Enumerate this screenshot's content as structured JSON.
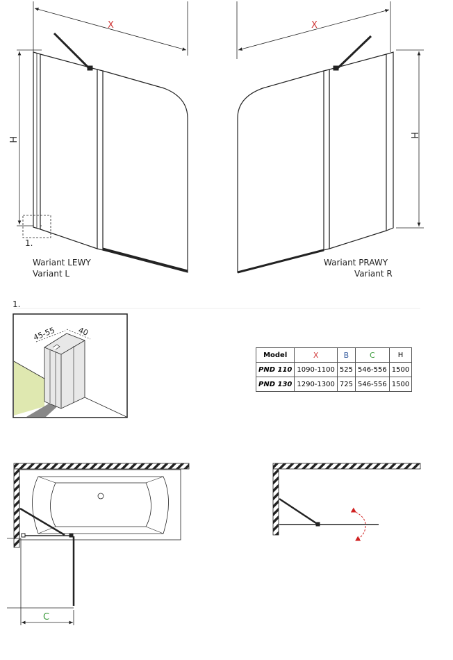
{
  "left_view": {
    "width_label": "X",
    "height_label": "H",
    "detail_ref": "1.",
    "variant_pl": "Wariant LEWY",
    "variant_en": "Variant L"
  },
  "right_view": {
    "width_label": "X",
    "height_label": "H",
    "variant_pl": "Wariant PRAWY",
    "variant_en": "Variant R"
  },
  "detail": {
    "title": "1.",
    "dim_a": "45-55",
    "dim_b": "40"
  },
  "table": {
    "headers": [
      "Model",
      "X",
      "B",
      "C",
      "H"
    ],
    "rows": [
      [
        "PND 110",
        "1090-1100",
        "525",
        "546-556",
        "1500"
      ],
      [
        "PND 130",
        "1290-1300",
        "725",
        "546-556",
        "1500"
      ]
    ]
  },
  "plan": {
    "c_label": "C"
  },
  "colors": {
    "x": "#d03a3a",
    "c": "#3a9a3a",
    "b": "#3a5fa0",
    "wall": "#dfe8b0"
  }
}
